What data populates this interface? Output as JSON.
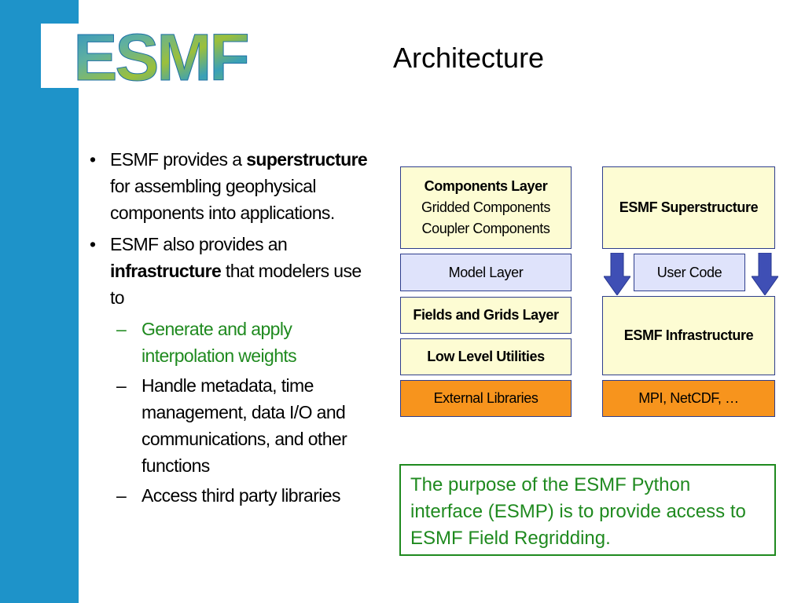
{
  "slide": {
    "title": "Architecture",
    "logo_text": "ESMF"
  },
  "bullets": [
    {
      "pre": "ESMF provides a ",
      "bold": "superstructure",
      "post": " for assembling geophysical components into applications."
    },
    {
      "pre": "ESMF also provides an ",
      "bold": "infrastructure",
      "post": " that modelers use to",
      "sub": [
        "Generate and apply interpolation weights",
        "Handle metadata, time management, data I/O and communications, and other functions",
        "Access third party libraries"
      ]
    }
  ],
  "diagram": {
    "components_layer": {
      "title": "Components Layer",
      "line1": "Gridded Components",
      "line2": "Coupler Components"
    },
    "superstructure": "ESMF Superstructure",
    "model_layer": "Model Layer",
    "user_code": "User Code",
    "fields_grids": "Fields and Grids Layer",
    "low_level": "Low Level Utilities",
    "infrastructure": "ESMF Infrastructure",
    "external_libs": "External Libraries",
    "mpi": "MPI, NetCDF, …"
  },
  "purpose_text": "The purpose of the ESMF Python interface (ESMP) is to provide access to ESMF Field Regridding.",
  "colors": {
    "side_bar": "#1e93c9",
    "box_border": "#2e3e8c",
    "yellow_box": "#fdfcd3",
    "lavender_box": "#dfe3fb",
    "orange_box": "#f7941d",
    "arrow": "#3f4fb5",
    "green_text": "#1f8a1f"
  }
}
